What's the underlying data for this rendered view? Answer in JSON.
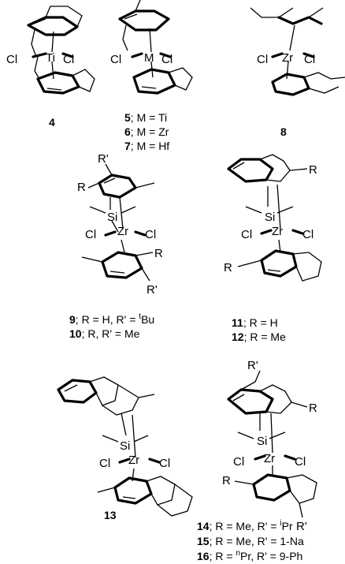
{
  "atoms": {
    "cl": "Cl",
    "ti": "Ti",
    "m": "M",
    "zr": "Zr",
    "si": "Si",
    "r": "R",
    "rp": "R'"
  },
  "compounds": {
    "c4": "4",
    "c5": "5",
    "c5_text": "; M = Ti",
    "c6": "6",
    "c6_text": "; M = Zr",
    "c7": "7",
    "c7_text": "; M = Hf",
    "c8": "8",
    "c9": "9",
    "c9_text": "; R = H, R' = ",
    "c9_sup": "t",
    "c9_end": "Bu",
    "c10": "10",
    "c10_text": "; R, R' = Me",
    "c11": "11",
    "c11_text": "; R = H",
    "c12": "12",
    "c12_text": "; R = Me",
    "c13": "13",
    "c14": "14",
    "c14_text": "; R = Me, R' = ",
    "c14_sup": "i",
    "c14_end": "Pr",
    "c15": "15",
    "c15_text": "; R = Me, R' = 1-Na",
    "c16": "16",
    "c16_text": "; R = ",
    "c16_sup": "n",
    "c16_end": "Pr, R' = 9-Ph"
  }
}
